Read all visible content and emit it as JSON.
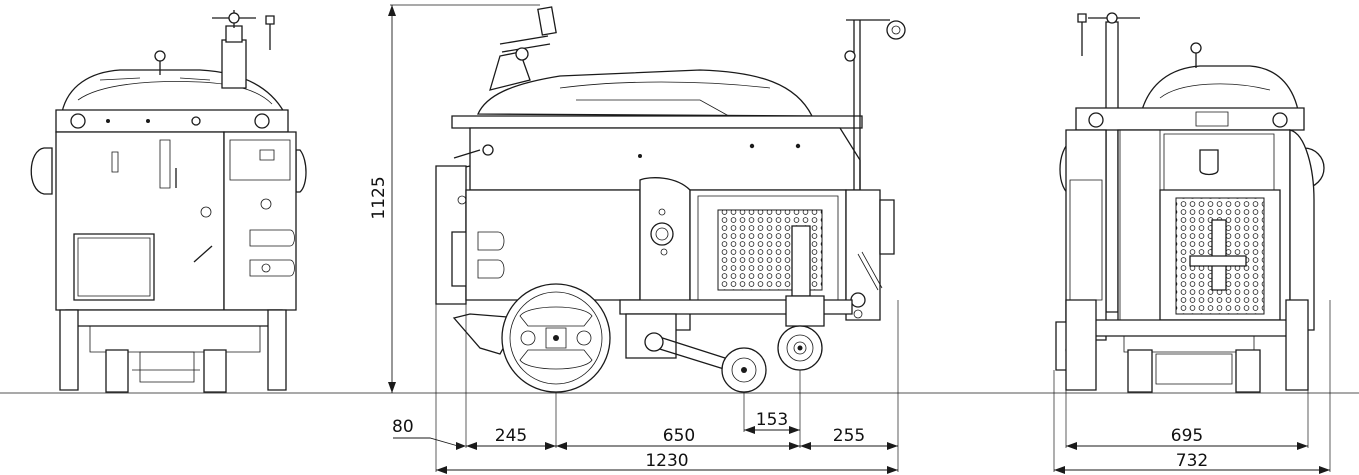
{
  "dimensions": {
    "height": "1125",
    "front_overhang": "80",
    "rear_to_wheel": "245",
    "wheelbase": "650",
    "small_wheel_offset": "153",
    "rear_overhang": "255",
    "overall_length": "1230",
    "track_width": "695",
    "overall_width": "732"
  },
  "colors": {
    "line": "#1a1a1a",
    "background": "#ffffff"
  }
}
